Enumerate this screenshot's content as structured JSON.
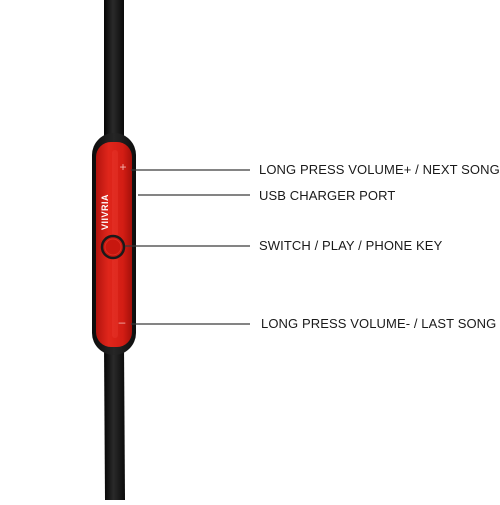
{
  "product": {
    "brand_text": "VIIVRIA",
    "colors": {
      "background": "#ffffff",
      "cable": "#141414",
      "remote_shell": "#1c1c1c",
      "remote_face": "#d81e16",
      "callout_line": "#3a3a3a"
    }
  },
  "callouts": {
    "volume_up": "LONG PRESS VOLUME+ / NEXT SONG",
    "usb_port": "USB CHARGER PORT",
    "switch_key": "SWITCH / PLAY / PHONE KEY",
    "volume_down": "LONG PRESS VOLUME- / LAST SONG"
  },
  "remote_marks": {
    "plus": "+",
    "minus": "–"
  }
}
